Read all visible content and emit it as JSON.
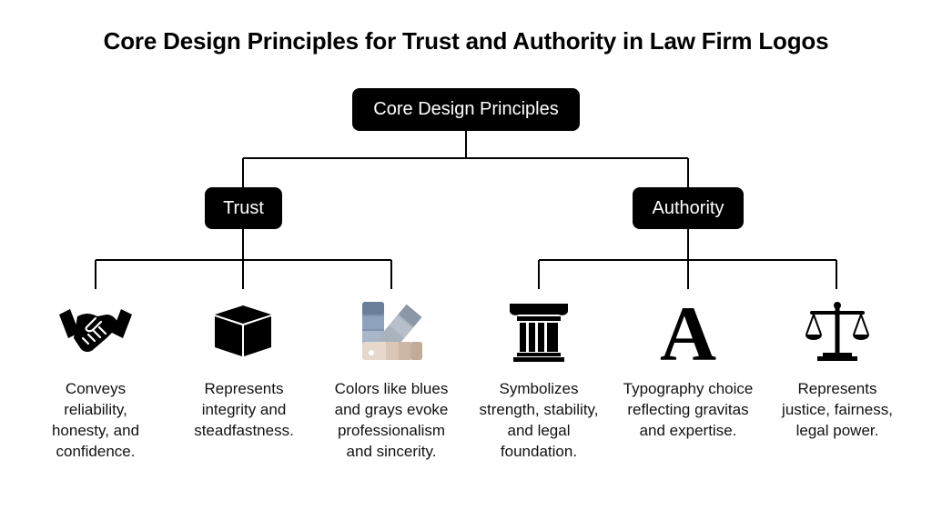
{
  "title": "Core Design Principles for Trust and Authority in Law Firm Logos",
  "root": {
    "label": "Core Design Principles"
  },
  "branches": [
    {
      "label": "Trust"
    },
    {
      "label": "Authority"
    }
  ],
  "leaves": [
    {
      "icon": "handshake-icon",
      "text": "Conveys reliability, honesty, and confidence."
    },
    {
      "icon": "cube-icon",
      "text": "Represents integrity and steadfastness."
    },
    {
      "icon": "color-swatch-icon",
      "text": "Colors like blues and grays evoke professionalism and sincerity."
    },
    {
      "icon": "column-pillar-icon",
      "text": "Symbolizes strength, stability, and legal foundation."
    },
    {
      "icon": "letter-a-icon",
      "text": "Typography choice reflecting gravitas and expertise."
    },
    {
      "icon": "scales-of-justice-icon",
      "text": "Represents justice, fairness, legal power."
    }
  ],
  "colors": {
    "node_bg": "#000000",
    "node_text": "#ffffff",
    "swatch_blue": "#7f93ad",
    "swatch_gray": "#a9b3be",
    "swatch_beige": "#e6d8cc"
  },
  "icon_glyphs": {
    "letter_a": "A"
  }
}
